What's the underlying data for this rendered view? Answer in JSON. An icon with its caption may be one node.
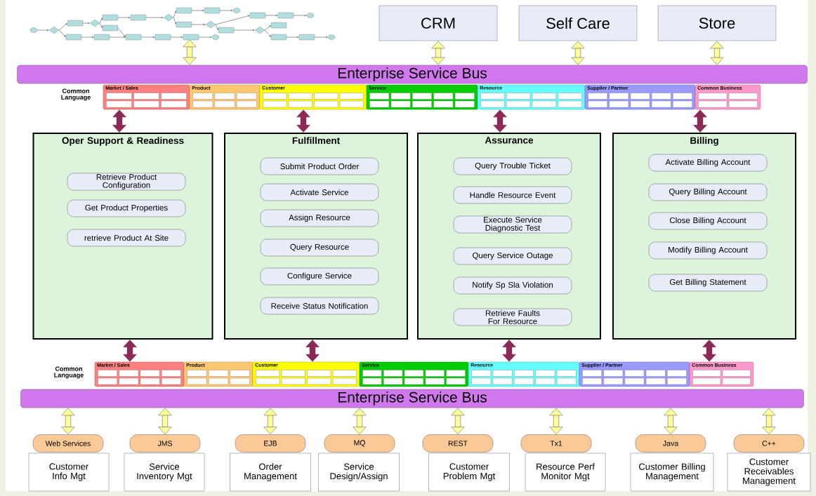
{
  "diagram": {
    "nodes": [
      {
        "text": [],
        "shape": "picture"
      },
      {
        "text": [
          "CRM"
        ]
      },
      {
        "text": [
          "Self Care"
        ]
      },
      {
        "text": [
          "Store"
        ]
      },
      {
        "text": [
          "Enterprise Service Bus"
        ]
      },
      {
        "text": [
          "Market / Sales"
        ]
      },
      {
        "text": [
          "Product"
        ]
      },
      {
        "text": [
          "Customer"
        ]
      },
      {
        "text": [
          "Service"
        ]
      },
      {
        "text": [
          "Resource"
        ]
      },
      {
        "text": [
          "Supplier / Partner"
        ]
      },
      {
        "text": [
          "Common Business"
        ]
      },
      {
        "text": [
          "Oper Support & Readiness"
        ]
      },
      {
        "text": [
          "Retrieve Product Configuration"
        ],
        "in": 12
      },
      {
        "text": [
          "Get Product Properties"
        ],
        "in": 12
      },
      {
        "text": [
          "retrieve Product At Site"
        ],
        "in": 12
      },
      {
        "text": [
          "Fulfillment"
        ]
      },
      {
        "text": [
          "Submit Product Order"
        ],
        "in": 16
      },
      {
        "text": [
          "Activate Service"
        ],
        "in": 16
      },
      {
        "text": [
          "Assign Resource"
        ],
        "in": 16
      },
      {
        "text": [
          "Query Resource"
        ],
        "in": 16
      },
      {
        "text": [
          "Configure Service"
        ],
        "in": 16
      },
      {
        "text": [
          "Receive Status Notification"
        ],
        "in": 16
      },
      {
        "text": [
          "Assurance"
        ]
      },
      {
        "text": [
          "Query Trouble Ticket"
        ],
        "in": 23
      },
      {
        "text": [
          "Handle Resource Event"
        ],
        "in": 23
      },
      {
        "text": [
          "Execute Service Diagnostic Test"
        ],
        "in": 23
      },
      {
        "text": [
          "Query Service Outage"
        ],
        "in": 23
      },
      {
        "text": [
          "Notify Sp Sla Violation"
        ],
        "in": 23
      },
      {
        "text": [
          "Retrieve Faults For Resource"
        ],
        "in": 23
      },
      {
        "text": [
          "Billing"
        ]
      },
      {
        "text": [
          "Activate Billing Account"
        ],
        "in": 30
      },
      {
        "text": [
          "Query Billing Account"
        ],
        "in": 30
      },
      {
        "text": [
          "Close Billing Account"
        ],
        "in": 30
      },
      {
        "text": [
          "Modify Billing Account"
        ],
        "in": 30
      },
      {
        "text": [
          "Get Billing Statement"
        ],
        "in": 30
      },
      {
        "text": [
          "Market / Sales"
        ]
      },
      {
        "text": [
          "Product"
        ]
      },
      {
        "text": [
          "Customer"
        ]
      },
      {
        "text": [
          "Service"
        ]
      },
      {
        "text": [
          "Resource"
        ]
      },
      {
        "text": [
          "Supplier / Partner"
        ]
      },
      {
        "text": [
          "Common Business"
        ]
      },
      {
        "text": [
          "Enterprise Service Bus"
        ]
      },
      {
        "text": [
          "Web Services"
        ]
      },
      {
        "text": [
          "JMS"
        ]
      },
      {
        "text": [
          "EJB"
        ]
      },
      {
        "text": [
          "MQ"
        ]
      },
      {
        "text": [
          "REST"
        ]
      },
      {
        "text": [
          "Tx1"
        ]
      },
      {
        "text": [
          "Java"
        ]
      },
      {
        "text": [
          "C++"
        ]
      },
      {
        "text": [
          "Customer Info Mgt"
        ]
      },
      {
        "text": [
          "Service Inventory Mgt"
        ]
      },
      {
        "text": [
          "Order Management"
        ]
      },
      {
        "text": [
          "Service Design/Assign"
        ]
      },
      {
        "text": [
          "Customer Problem Mgt"
        ]
      },
      {
        "text": [
          "Resource Perf Monitor Mgt"
        ]
      },
      {
        "text": [
          "Customer Billing Management"
        ]
      },
      {
        "text": [
          "Customer Receivables Management"
        ]
      }
    ],
    "edges": [
      {
        "from": 0,
        "to": 4,
        "arrow": "both"
      },
      {
        "from": 1,
        "to": 4,
        "arrow": "both"
      },
      {
        "from": 2,
        "to": 4,
        "arrow": "both"
      },
      {
        "from": 3,
        "to": 4,
        "arrow": "both"
      },
      {
        "from": 5,
        "to": 12,
        "arrow": "both",
        "color": "#8b2a57"
      },
      {
        "from": 7,
        "to": 16,
        "arrow": "both",
        "color": "#8b2a57"
      },
      {
        "from": 9,
        "to": 23,
        "arrow": "both",
        "color": "#8b2a57"
      },
      {
        "from": 11,
        "to": 30,
        "arrow": "both",
        "color": "#8b2a57"
      },
      {
        "from": 12,
        "to": 36,
        "arrow": "both",
        "color": "#8b2a57"
      },
      {
        "from": 16,
        "to": 38,
        "arrow": "both",
        "color": "#8b2a57"
      },
      {
        "from": 23,
        "to": 40,
        "arrow": "both",
        "color": "#8b2a57"
      },
      {
        "from": 30,
        "to": 42,
        "arrow": "both",
        "color": "#8b2a57"
      },
      {
        "from": 43,
        "to": 44,
        "arrow": "both"
      },
      {
        "from": 43,
        "to": 45,
        "arrow": "both"
      },
      {
        "from": 43,
        "to": 46,
        "arrow": "both"
      },
      {
        "from": 43,
        "to": 47,
        "arrow": "both"
      },
      {
        "from": 43,
        "to": 48,
        "arrow": "both"
      },
      {
        "from": 43,
        "to": 49,
        "arrow": "both"
      },
      {
        "from": 43,
        "to": 50,
        "arrow": "both"
      },
      {
        "from": 43,
        "to": 51,
        "arrow": "both"
      }
    ],
    "labels": [
      "Common Language",
      "Common Language"
    ]
  }
}
